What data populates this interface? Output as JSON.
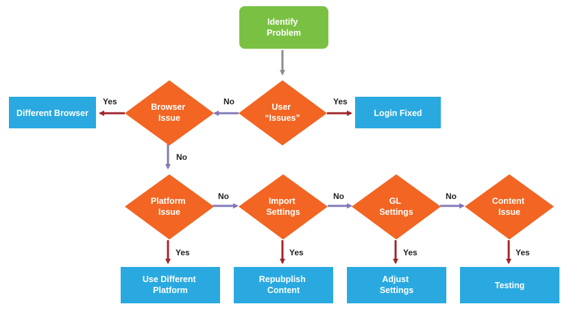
{
  "colors": {
    "start": "#7ac143",
    "decision": "#f26522",
    "outcome": "#29a9e0",
    "arrow_no": "#8079b5",
    "arrow_yes": "#a0262c",
    "arrow_start": "#8c8c8c"
  },
  "nodes": {
    "identify_problem": {
      "lines": [
        "Identify",
        "Problem"
      ]
    },
    "user_issues": {
      "lines": [
        "User",
        "“Issues”"
      ]
    },
    "browser_issue": {
      "lines": [
        "Browser",
        "Issue"
      ]
    },
    "different_browser": {
      "lines": [
        "Different Browser"
      ]
    },
    "login_fixed": {
      "lines": [
        "Login Fixed"
      ]
    },
    "platform_issue": {
      "lines": [
        "Platform",
        "Issue"
      ]
    },
    "import_settings": {
      "lines": [
        "Import",
        "Settings"
      ]
    },
    "gl_settings": {
      "lines": [
        "GL",
        "Settings"
      ]
    },
    "content_issue": {
      "lines": [
        "Content",
        "Issue"
      ]
    },
    "use_different_platform": {
      "lines": [
        "Use Different",
        "Platform"
      ]
    },
    "republish_content": {
      "lines": [
        "Repubplish",
        "Content"
      ]
    },
    "adjust_settings": {
      "lines": [
        "Adjust",
        "Settings"
      ]
    },
    "testing": {
      "lines": [
        "Testing"
      ]
    }
  },
  "edge_labels": {
    "yes": "Yes",
    "no": "No"
  }
}
